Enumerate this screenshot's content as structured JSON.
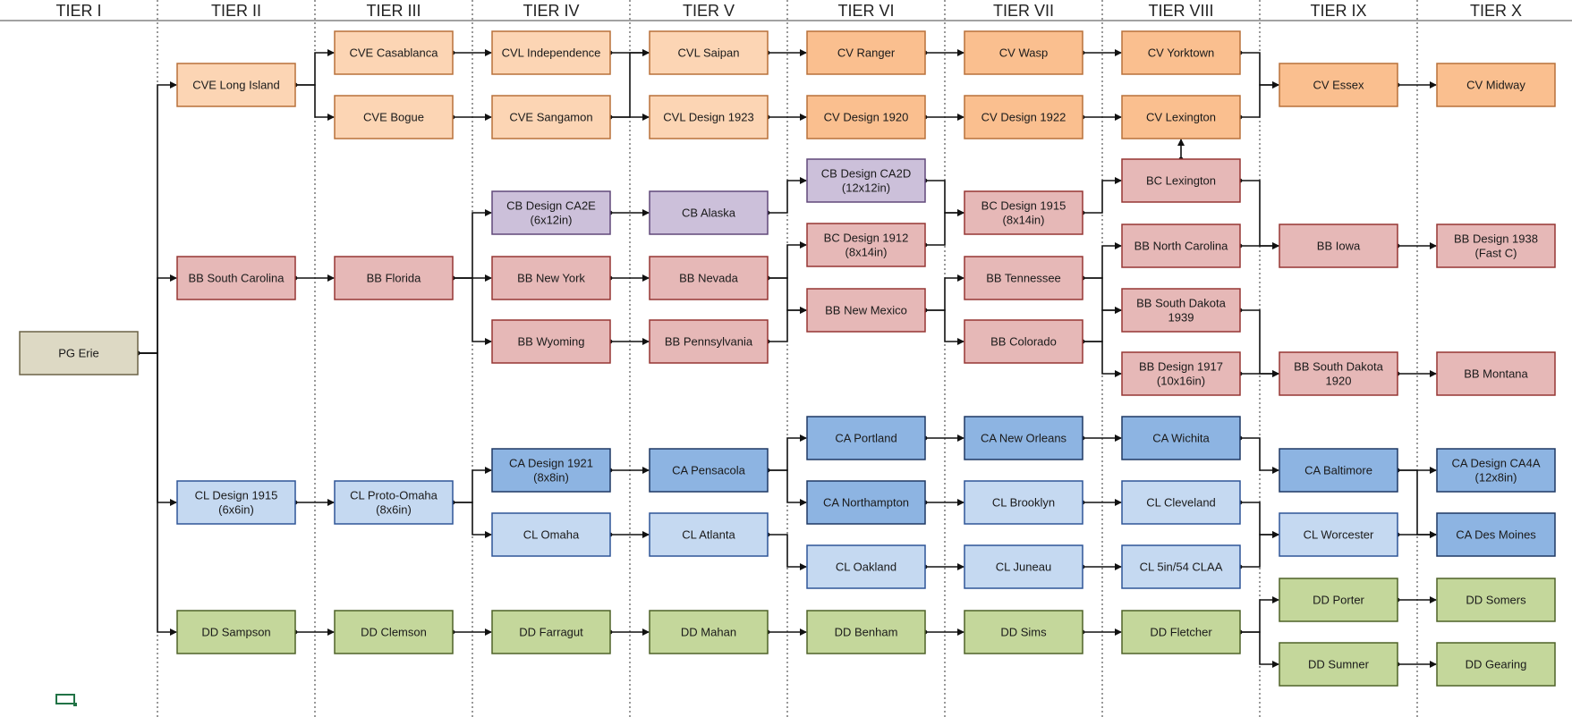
{
  "tiers": [
    "TIER I",
    "TIER II",
    "TIER III",
    "TIER IV",
    "TIER V",
    "TIER VI",
    "TIER VII",
    "TIER VIII",
    "TIER IX",
    "TIER X"
  ],
  "colors": {
    "PG": {
      "fill": "#ddd9c4",
      "stroke": "#6b6347"
    },
    "CVE": {
      "fill": "#fcd5b4",
      "stroke": "#b8703a"
    },
    "CV": {
      "fill": "#fabf8f",
      "stroke": "#b8703a"
    },
    "CB": {
      "fill": "#ccc0da",
      "stroke": "#60497a"
    },
    "BB": {
      "fill": "#e6b8b7",
      "stroke": "#963634"
    },
    "CA": {
      "fill": "#8db4e2",
      "stroke": "#1f3864"
    },
    "CL": {
      "fill": "#c5d9f1",
      "stroke": "#2f5597"
    },
    "DD": {
      "fill": "#c4d79b",
      "stroke": "#4f6228"
    },
    "line": "#111111"
  },
  "nodes": [
    {
      "id": "pg_erie",
      "label": "PG Erie",
      "type": "PG"
    },
    {
      "id": "cve_long_island",
      "label": "CVE Long Island",
      "type": "CVE"
    },
    {
      "id": "bb_south_carolina",
      "label": "BB South Carolina",
      "type": "BB"
    },
    {
      "id": "cl_design_1915",
      "label": "CL Design 1915\n(6x6in)",
      "type": "CL"
    },
    {
      "id": "dd_sampson",
      "label": "DD Sampson",
      "type": "DD"
    },
    {
      "id": "cve_casablanca",
      "label": "CVE Casablanca",
      "type": "CVE"
    },
    {
      "id": "cve_bogue",
      "label": "CVE Bogue",
      "type": "CVE"
    },
    {
      "id": "bb_florida",
      "label": "BB Florida",
      "type": "BB"
    },
    {
      "id": "cl_proto_omaha",
      "label": "CL Proto-Omaha\n(8x6in)",
      "type": "CL"
    },
    {
      "id": "dd_clemson",
      "label": "DD Clemson",
      "type": "DD"
    },
    {
      "id": "cvl_independence",
      "label": "CVL Independence",
      "type": "CVE"
    },
    {
      "id": "cve_sangamon",
      "label": "CVE Sangamon",
      "type": "CVE"
    },
    {
      "id": "cb_design_ca2e",
      "label": "CB Design CA2E\n(6x12in)",
      "type": "CB"
    },
    {
      "id": "bb_new_york",
      "label": "BB New York",
      "type": "BB"
    },
    {
      "id": "bb_wyoming",
      "label": "BB Wyoming",
      "type": "BB"
    },
    {
      "id": "ca_design_1921",
      "label": "CA Design 1921\n(8x8in)",
      "type": "CA"
    },
    {
      "id": "cl_omaha",
      "label": "CL Omaha",
      "type": "CL"
    },
    {
      "id": "dd_farragut",
      "label": "DD Farragut",
      "type": "DD"
    },
    {
      "id": "cvl_saipan",
      "label": "CVL Saipan",
      "type": "CVE"
    },
    {
      "id": "cvl_design_1923",
      "label": "CVL Design 1923",
      "type": "CVE"
    },
    {
      "id": "cb_alaska",
      "label": "CB Alaska",
      "type": "CB"
    },
    {
      "id": "bb_nevada",
      "label": "BB Nevada",
      "type": "BB"
    },
    {
      "id": "bb_pennsylvania",
      "label": "BB Pennsylvania",
      "type": "BB"
    },
    {
      "id": "ca_pensacola",
      "label": "CA Pensacola",
      "type": "CA"
    },
    {
      "id": "cl_atlanta",
      "label": "CL Atlanta",
      "type": "CL"
    },
    {
      "id": "dd_mahan",
      "label": "DD Mahan",
      "type": "DD"
    },
    {
      "id": "cv_ranger",
      "label": "CV Ranger",
      "type": "CV"
    },
    {
      "id": "cv_design_1920",
      "label": "CV Design 1920",
      "type": "CV"
    },
    {
      "id": "cb_design_ca2d",
      "label": "CB Design CA2D\n(12x12in)",
      "type": "CB"
    },
    {
      "id": "bc_design_1912",
      "label": "BC Design 1912\n(8x14in)",
      "type": "BB"
    },
    {
      "id": "bb_new_mexico",
      "label": "BB New Mexico",
      "type": "BB"
    },
    {
      "id": "ca_portland",
      "label": "CA Portland",
      "type": "CA"
    },
    {
      "id": "ca_northampton",
      "label": "CA Northampton",
      "type": "CA"
    },
    {
      "id": "cl_oakland",
      "label": "CL Oakland",
      "type": "CL"
    },
    {
      "id": "dd_benham",
      "label": "DD Benham",
      "type": "DD"
    },
    {
      "id": "cv_wasp",
      "label": "CV Wasp",
      "type": "CV"
    },
    {
      "id": "cv_design_1922",
      "label": "CV Design 1922",
      "type": "CV"
    },
    {
      "id": "bc_design_1915",
      "label": "BC Design 1915\n(8x14in)",
      "type": "BB"
    },
    {
      "id": "bb_tennessee",
      "label": "BB Tennessee",
      "type": "BB"
    },
    {
      "id": "bb_colorado",
      "label": "BB Colorado",
      "type": "BB"
    },
    {
      "id": "ca_new_orleans",
      "label": "CA New Orleans",
      "type": "CA"
    },
    {
      "id": "cl_brooklyn",
      "label": "CL Brooklyn",
      "type": "CL"
    },
    {
      "id": "cl_juneau",
      "label": "CL Juneau",
      "type": "CL"
    },
    {
      "id": "dd_sims",
      "label": "DD Sims",
      "type": "DD"
    },
    {
      "id": "cv_yorktown",
      "label": "CV Yorktown",
      "type": "CV"
    },
    {
      "id": "cv_lexington",
      "label": "CV Lexington",
      "type": "CV"
    },
    {
      "id": "bc_lexington",
      "label": "BC Lexington",
      "type": "BB"
    },
    {
      "id": "bb_north_carolina",
      "label": "BB North Carolina",
      "type": "BB"
    },
    {
      "id": "bb_south_dakota_1939",
      "label": "BB South Dakota\n1939",
      "type": "BB"
    },
    {
      "id": "bb_design_1917",
      "label": "BB Design 1917\n(10x16in)",
      "type": "BB"
    },
    {
      "id": "ca_wichita",
      "label": "CA Wichita",
      "type": "CA"
    },
    {
      "id": "cl_cleveland",
      "label": "CL Cleveland",
      "type": "CL"
    },
    {
      "id": "cl_5in54_claa",
      "label": "CL 5in/54 CLAA",
      "type": "CL"
    },
    {
      "id": "dd_fletcher",
      "label": "DD Fletcher",
      "type": "DD"
    },
    {
      "id": "cv_essex",
      "label": "CV Essex",
      "type": "CV"
    },
    {
      "id": "bb_iowa",
      "label": "BB Iowa",
      "type": "BB"
    },
    {
      "id": "bb_south_dakota_1920",
      "label": "BB South Dakota\n1920",
      "type": "BB"
    },
    {
      "id": "ca_baltimore",
      "label": "CA Baltimore",
      "type": "CA"
    },
    {
      "id": "cl_worcester",
      "label": "CL Worcester",
      "type": "CL"
    },
    {
      "id": "dd_porter",
      "label": "DD Porter",
      "type": "DD"
    },
    {
      "id": "dd_sumner",
      "label": "DD Sumner",
      "type": "DD"
    },
    {
      "id": "cv_midway",
      "label": "CV Midway",
      "type": "CV"
    },
    {
      "id": "bb_design_1938",
      "label": "BB Design 1938\n(Fast C)",
      "type": "BB"
    },
    {
      "id": "bb_montana",
      "label": "BB Montana",
      "type": "BB"
    },
    {
      "id": "ca_design_ca4a",
      "label": "CA Design CA4A\n(12x8in)",
      "type": "CA"
    },
    {
      "id": "ca_des_moines",
      "label": "CA Des Moines",
      "type": "CA"
    },
    {
      "id": "dd_somers",
      "label": "DD Somers",
      "type": "DD"
    },
    {
      "id": "dd_gearing",
      "label": "DD Gearing",
      "type": "DD"
    }
  ],
  "edges": [
    [
      "pg_erie",
      "cve_long_island"
    ],
    [
      "pg_erie",
      "bb_south_carolina"
    ],
    [
      "pg_erie",
      "cl_design_1915"
    ],
    [
      "pg_erie",
      "dd_sampson"
    ],
    [
      "cve_long_island",
      "cve_casablanca"
    ],
    [
      "cve_long_island",
      "cve_bogue"
    ],
    [
      "cve_casablanca",
      "cvl_independence"
    ],
    [
      "cve_bogue",
      "cve_sangamon"
    ],
    [
      "cvl_independence",
      "cvl_saipan"
    ],
    [
      "cve_sangamon",
      "cvl_saipan"
    ],
    [
      "cve_sangamon",
      "cvl_design_1923"
    ],
    [
      "cvl_saipan",
      "cv_ranger"
    ],
    [
      "cvl_design_1923",
      "cv_design_1920"
    ],
    [
      "cv_ranger",
      "cv_wasp"
    ],
    [
      "cv_design_1920",
      "cv_design_1922"
    ],
    [
      "cv_wasp",
      "cv_yorktown"
    ],
    [
      "cv_design_1922",
      "cv_lexington"
    ],
    [
      "bc_lexington",
      "cv_lexington"
    ],
    [
      "cv_yorktown",
      "cv_essex"
    ],
    [
      "cv_lexington",
      "cv_essex"
    ],
    [
      "cv_essex",
      "cv_midway"
    ],
    [
      "bb_south_carolina",
      "bb_florida"
    ],
    [
      "bb_florida",
      "cb_design_ca2e"
    ],
    [
      "bb_florida",
      "bb_new_york"
    ],
    [
      "bb_florida",
      "bb_wyoming"
    ],
    [
      "cb_design_ca2e",
      "cb_alaska"
    ],
    [
      "bb_new_york",
      "bb_nevada"
    ],
    [
      "bb_wyoming",
      "bb_pennsylvania"
    ],
    [
      "cb_alaska",
      "cb_design_ca2d"
    ],
    [
      "bb_nevada",
      "bc_design_1912"
    ],
    [
      "bb_nevada",
      "bb_new_mexico"
    ],
    [
      "bb_pennsylvania",
      "bb_new_mexico"
    ],
    [
      "cb_design_ca2d",
      "bc_design_1915"
    ],
    [
      "bc_design_1912",
      "bc_design_1915"
    ],
    [
      "bb_new_mexico",
      "bb_tennessee"
    ],
    [
      "bb_new_mexico",
      "bb_colorado"
    ],
    [
      "bc_design_1915",
      "bc_lexington"
    ],
    [
      "bb_tennessee",
      "bb_north_carolina"
    ],
    [
      "bb_tennessee",
      "bb_south_dakota_1939"
    ],
    [
      "bb_colorado",
      "bb_south_dakota_1939"
    ],
    [
      "bb_colorado",
      "bb_design_1917"
    ],
    [
      "bc_lexington",
      "bb_iowa"
    ],
    [
      "bb_north_carolina",
      "bb_iowa"
    ],
    [
      "bb_south_dakota_1939",
      "bb_south_dakota_1920"
    ],
    [
      "bb_design_1917",
      "bb_south_dakota_1920"
    ],
    [
      "bb_iowa",
      "bb_design_1938"
    ],
    [
      "bb_south_dakota_1920",
      "bb_montana"
    ],
    [
      "cl_design_1915",
      "cl_proto_omaha"
    ],
    [
      "cl_proto_omaha",
      "ca_design_1921"
    ],
    [
      "cl_proto_omaha",
      "cl_omaha"
    ],
    [
      "ca_design_1921",
      "ca_pensacola"
    ],
    [
      "cl_omaha",
      "cl_atlanta"
    ],
    [
      "ca_pensacola",
      "ca_portland"
    ],
    [
      "ca_pensacola",
      "ca_northampton"
    ],
    [
      "cl_atlanta",
      "cl_oakland"
    ],
    [
      "ca_portland",
      "ca_new_orleans"
    ],
    [
      "ca_northampton",
      "cl_brooklyn"
    ],
    [
      "cl_oakland",
      "cl_juneau"
    ],
    [
      "ca_new_orleans",
      "ca_wichita"
    ],
    [
      "cl_brooklyn",
      "cl_cleveland"
    ],
    [
      "cl_juneau",
      "cl_5in54_claa"
    ],
    [
      "ca_wichita",
      "ca_baltimore"
    ],
    [
      "cl_cleveland",
      "cl_worcester"
    ],
    [
      "cl_5in54_claa",
      "cl_worcester"
    ],
    [
      "ca_baltimore",
      "ca_design_ca4a"
    ],
    [
      "ca_baltimore",
      "ca_des_moines"
    ],
    [
      "cl_worcester",
      "ca_des_moines"
    ],
    [
      "dd_sampson",
      "dd_clemson"
    ],
    [
      "dd_clemson",
      "dd_farragut"
    ],
    [
      "dd_farragut",
      "dd_mahan"
    ],
    [
      "dd_mahan",
      "dd_benham"
    ],
    [
      "dd_benham",
      "dd_sims"
    ],
    [
      "dd_sims",
      "dd_fletcher"
    ],
    [
      "dd_fletcher",
      "dd_porter"
    ],
    [
      "dd_fletcher",
      "dd_sumner"
    ],
    [
      "dd_porter",
      "dd_somers"
    ],
    [
      "dd_sumner",
      "dd_gearing"
    ]
  ]
}
